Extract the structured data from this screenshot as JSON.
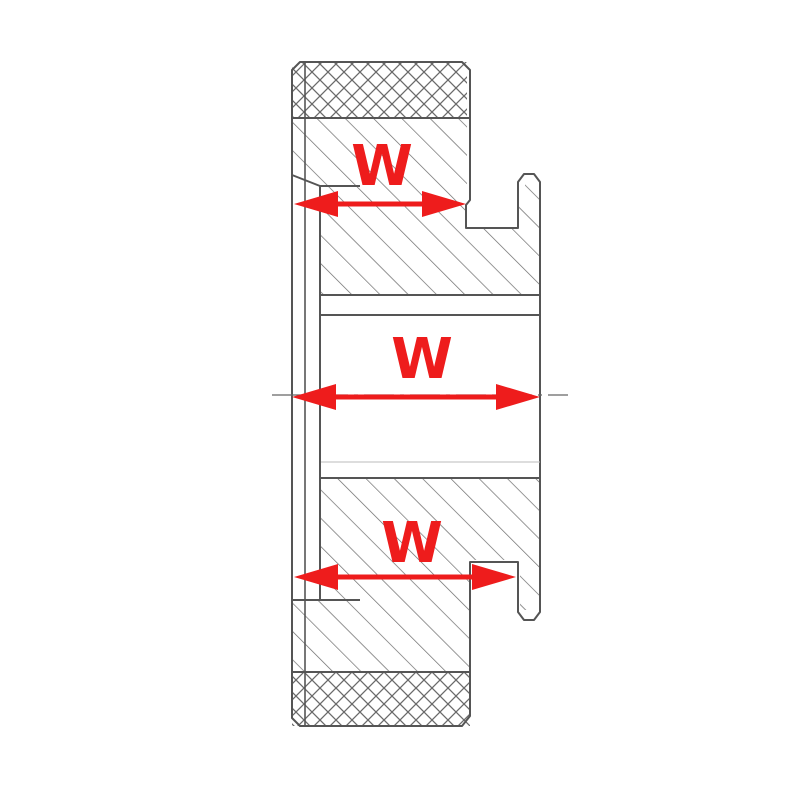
{
  "diagram": {
    "labels": {
      "top": "W",
      "middle": "W",
      "bottom": "W"
    },
    "colors": {
      "annotation": "#ee1c1c",
      "outline": "#555555",
      "hatch": "#6a6a6a",
      "background": "#ffffff"
    }
  }
}
